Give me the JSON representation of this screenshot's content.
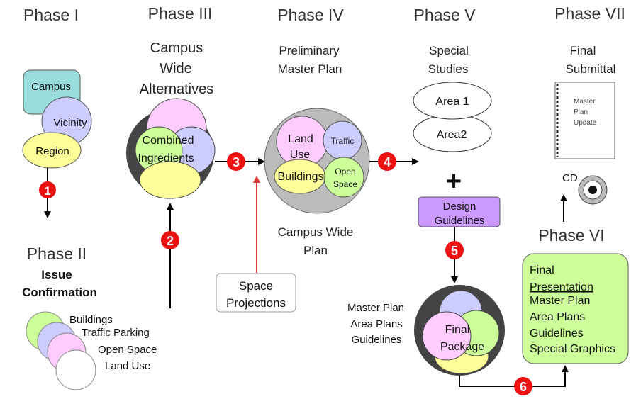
{
  "phases": {
    "p1": "Phase I",
    "p2": "Phase II",
    "p3": "Phase III",
    "p4": "Phase IV",
    "p5": "Phase V",
    "p6": "Phase VI",
    "p7": "Phase VII"
  },
  "phase1": {
    "campus": "Campus",
    "vicinity": "Vicinity",
    "region": "Region"
  },
  "phase2": {
    "sub1": "Issue",
    "sub2": "Confirmation",
    "items": [
      "Buildings",
      "Traffic Parking",
      "Open Space",
      "Land Use"
    ]
  },
  "phase3": {
    "title": [
      "Campus",
      "Wide",
      "Alternatives"
    ],
    "core": [
      "Combined",
      "Ingredients"
    ]
  },
  "phase4": {
    "title": [
      "Preliminary",
      "Master Plan"
    ],
    "land_use": [
      "Land",
      "Use"
    ],
    "traffic": "Traffic",
    "buildings": "Buildings",
    "open_space": [
      "Open",
      "Space"
    ],
    "caption": [
      "Campus Wide",
      "Plan"
    ]
  },
  "space_projections": [
    "Space",
    "Projections"
  ],
  "phase5": {
    "title": [
      "Special",
      "Studies"
    ],
    "area1": "Area 1",
    "area2": "Area2",
    "plus": "+",
    "design_guidelines": [
      "Design",
      "Guidelines"
    ]
  },
  "final_package": {
    "labels": [
      "Master Plan",
      "Area Plans",
      "Guidelines"
    ],
    "core": [
      "Final",
      "Package"
    ]
  },
  "phase6": {
    "lines": [
      "Final",
      "Presentation",
      "Master Plan",
      "Area Plans",
      "Guidelines",
      "Special Graphics"
    ]
  },
  "phase7": {
    "title": [
      "Final",
      "Submittal"
    ],
    "doc": [
      "Master",
      "Plan",
      "Update"
    ],
    "cd": "CD"
  },
  "steps": [
    "1",
    "2",
    "3",
    "4",
    "5",
    "6"
  ],
  "colors": {
    "step_red": "#ee1111",
    "teal": "#99dddd",
    "lavender": "#ccccff",
    "yellow": "#ffff99",
    "pink": "#ffccff",
    "green": "#ccff99",
    "purple": "#cc99ff",
    "dark_ring": "#444444",
    "gray_ring": "#bbbbbb",
    "arrow_red": "#dd3333"
  },
  "icons": [
    "cd-icon",
    "document-icon",
    "arrow-icon"
  ]
}
